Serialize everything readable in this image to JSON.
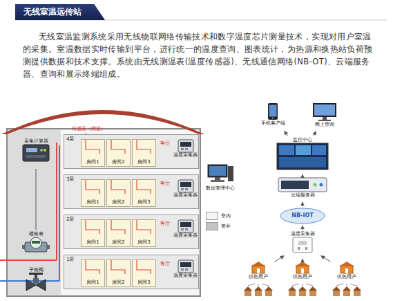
{
  "diagram": {
    "title": "无线室温远传站",
    "nodes": [
      {
        "text": [
          "采集计算器"
        ]
      },
      {
        "text": [
          "4层"
        ]
      },
      {
        "text": [
          "房间1"
        ],
        "in": 1
      },
      {
        "text": [
          "房间2"
        ],
        "in": 1
      },
      {
        "text": [
          "房间3"
        ],
        "in": 1
      },
      {
        "text": [
          "客厅"
        ],
        "in": 1
      },
      {
        "text": [
          "温度采集器"
        ],
        "in": 1
      },
      {
        "text": [
          "3层"
        ]
      },
      {
        "text": [
          "房间1"
        ],
        "in": 7
      },
      {
        "text": [
          "房间2"
        ],
        "in": 7
      },
      {
        "text": [
          "房间3"
        ],
        "in": 7
      },
      {
        "text": [
          "客厅"
        ],
        "in": 7
      },
      {
        "text": [
          "温度采集器"
        ],
        "in": 7
      },
      {
        "text": [
          "2层"
        ]
      },
      {
        "text": [
          "房间1"
        ],
        "in": 13
      },
      {
        "text": [
          "房间2"
        ],
        "in": 13
      },
      {
        "text": [
          "房间3"
        ],
        "in": 13
      },
      {
        "text": [
          "客厅"
        ],
        "in": 13
      },
      {
        "text": [
          "温度采集器"
        ],
        "in": 13
      },
      {
        "text": [
          "1层"
        ]
      },
      {
        "text": [
          "房间1"
        ],
        "in": 19
      },
      {
        "text": [
          "房间2"
        ],
        "in": 19
      },
      {
        "text": [
          "房间3"
        ],
        "in": 19
      },
      {
        "text": [
          "客厅"
        ],
        "in": 19
      },
      {
        "text": [
          "温度采集器"
        ],
        "in": 19
      },
      {
        "text": [
          "楼栋表"
        ]
      },
      {
        "text": [
          "平衡阀"
        ]
      },
      {
        "text": [
          "数据管理中心"
        ]
      },
      {
        "text": [
          "手机客户端"
        ]
      },
      {
        "text": [
          "网上查询"
        ]
      },
      {
        "text": [
          "监控中心"
        ]
      },
      {
        "text": [
          "云端服务器"
        ]
      },
      {
        "text": [
          "NB-IOT"
        ]
      },
      {
        "text": [
          "温度采集器"
        ]
      },
      {
        "text": [
          "供热用户"
        ]
      },
      {
        "text": [
          "供热用户"
        ]
      },
      {
        "text": [
          "供热用户"
        ]
      }
    ],
    "edges": [
      {
        "from": 0,
        "to": 25,
        "arrow": "none"
      },
      {
        "from": 34,
        "to": 33,
        "arrow": "to"
      },
      {
        "from": 35,
        "to": 33,
        "arrow": "to"
      },
      {
        "from": 36,
        "to": 33,
        "arrow": "to"
      },
      {
        "from": 33,
        "to": 32,
        "arrow": "to"
      },
      {
        "from": 32,
        "to": 31,
        "arrow": "to"
      },
      {
        "from": 31,
        "to": 30,
        "arrow": "to"
      },
      {
        "from": 30,
        "to": 28,
        "arrow": "to"
      },
      {
        "from": 30,
        "to": 29,
        "arrow": "to"
      }
    ],
    "labels": [
      "无线室温监测系统采用无线物联网络传输技术和数字温度芯片测量技术，实现对用户室温的采集。室温数据实时传输到平台，进行统一的温度查询、图表统计，为热源和换热站负荷预测提供数据和技术支撑。系统由无线测温表(温度传感器)、无线通信网络(NB-OT)、云端服务器、查询和展示终端组成。",
      "传感器（测温）"
    ],
    "legend": [
      {
        "text": "室内",
        "color": "#f4f4f4"
      },
      {
        "text": "管井",
        "color": "#c4c4c4"
      }
    ]
  }
}
